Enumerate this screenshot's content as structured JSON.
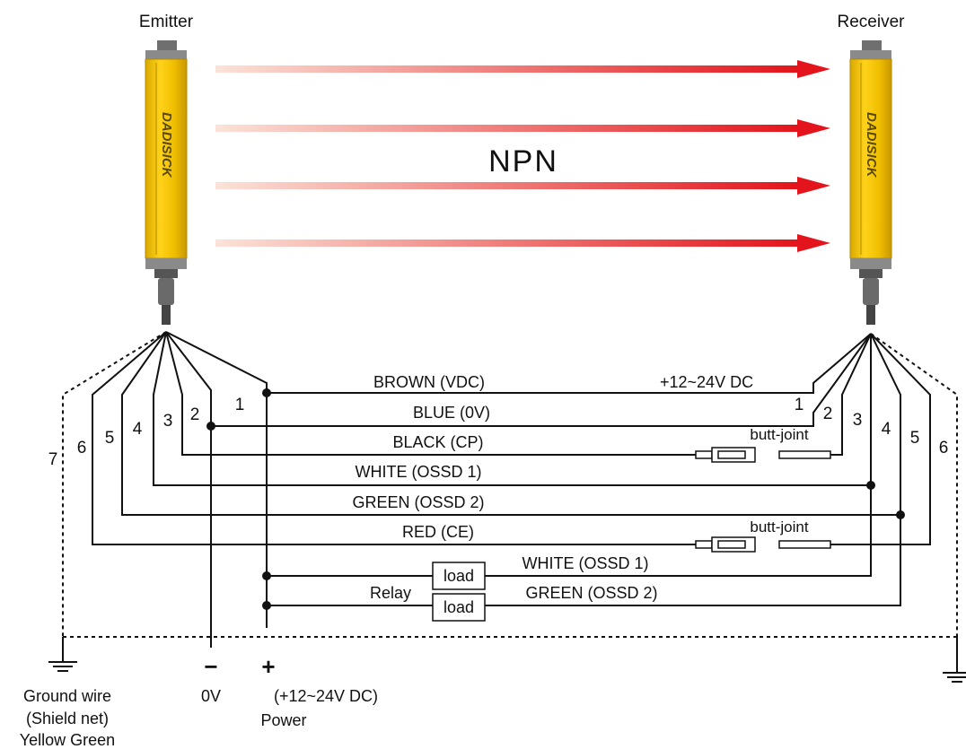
{
  "devices": {
    "emitter_label": "Emitter",
    "receiver_label": "Receiver",
    "brand": "DADISICK"
  },
  "center_label": "NPN",
  "wires": [
    {
      "label": "BROWN (VDC)"
    },
    {
      "label": "BLUE (0V)"
    },
    {
      "label": "BLACK (CP)"
    },
    {
      "label": "WHITE (OSSD 1)"
    },
    {
      "label": "GREEN (OSSD 2)"
    },
    {
      "label": "RED (CE)"
    }
  ],
  "supply_label": "+12~24V DC",
  "butt_joint_label": "butt-joint",
  "load_label": "load",
  "relay_label": "Relay",
  "relay_wires": [
    "WHITE (OSSD 1)",
    "GREEN (OSSD 2)"
  ],
  "emitter_pins": [
    "1",
    "2",
    "3",
    "4",
    "5",
    "6",
    "7"
  ],
  "receiver_pins": [
    "1",
    "2",
    "3",
    "4",
    "5",
    "6"
  ],
  "power": {
    "minus_sign": "−",
    "plus_sign": "+",
    "zero_v": "0V",
    "voltage": "(+12~24V DC)",
    "power_label": "Power"
  },
  "ground": [
    "Ground wire",
    "(Shield net)",
    "Yellow Green"
  ],
  "colors": {
    "housing": "#f2c400",
    "housing_edge": "#c99e00",
    "cap": "#7a7a7a",
    "beam_start": "#fbe3d8",
    "beam_end": "#e3141b",
    "wire": "#111111"
  }
}
